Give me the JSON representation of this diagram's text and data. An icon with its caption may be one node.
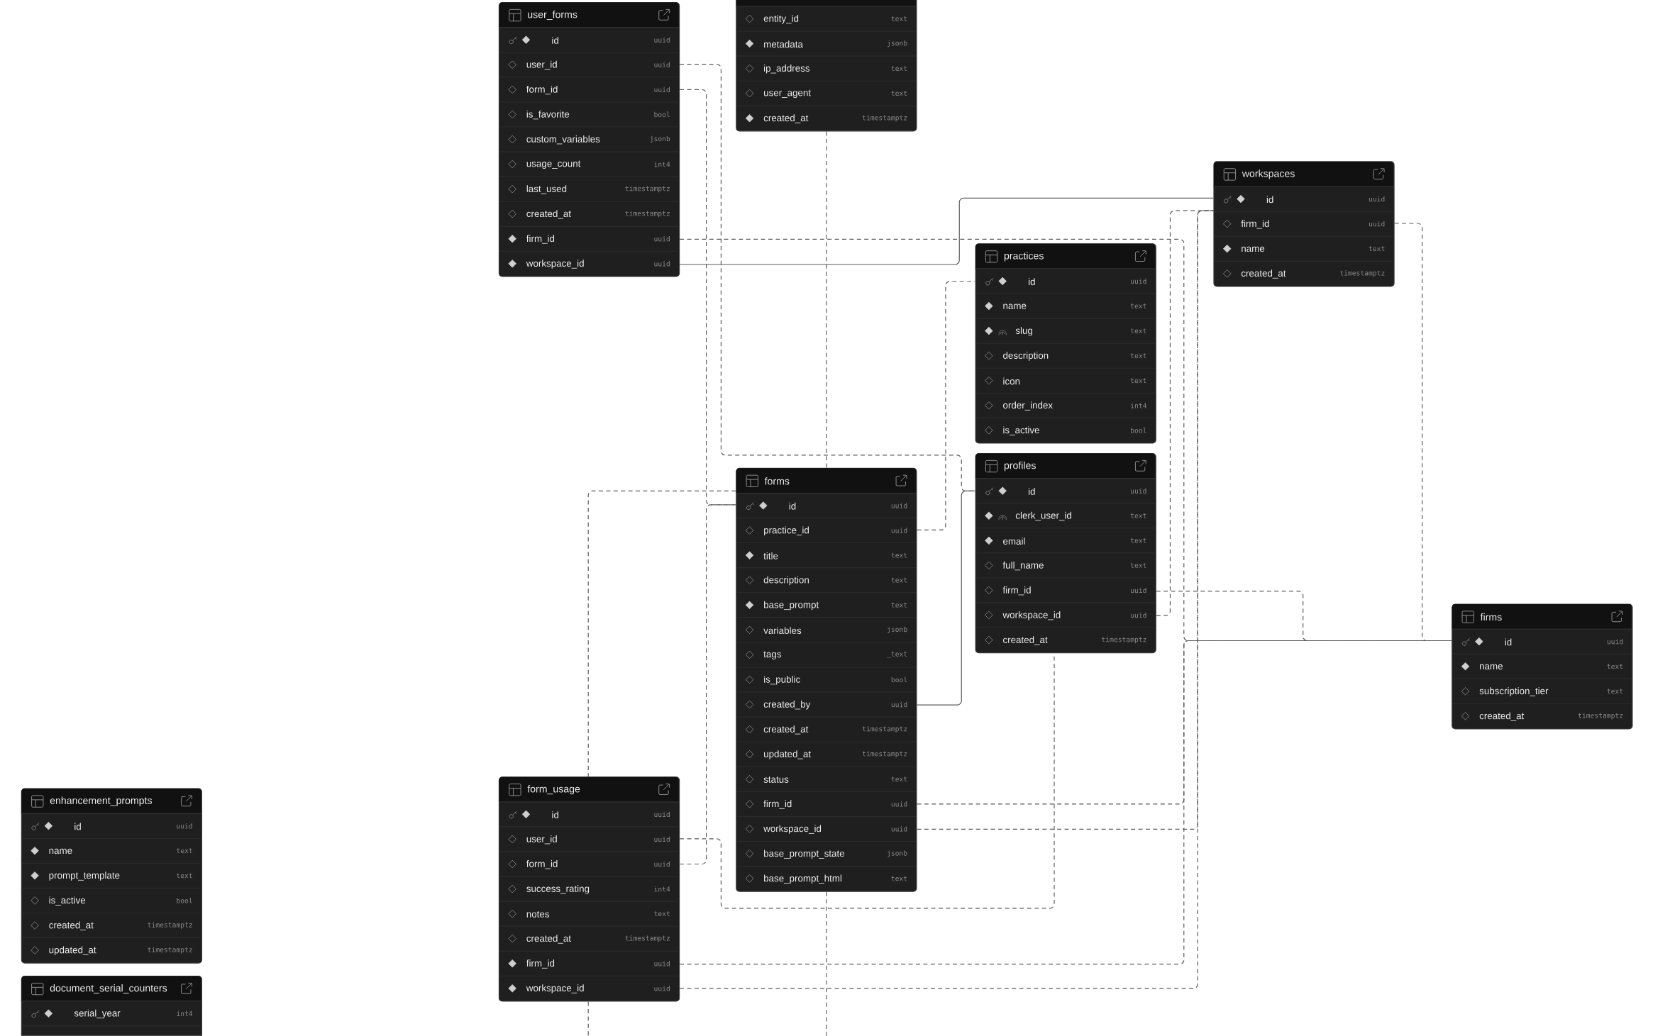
{
  "diagram": {
    "nodes": [
      {
        "text": [
          "user_forms",
          "id",
          "uuid",
          "user_id",
          "uuid",
          "form_id",
          "uuid",
          "is_favorite",
          "bool",
          "custom_variables",
          "jsonb",
          "usage_count",
          "int4",
          "last_used",
          "timestamptz",
          "created_at",
          "timestamptz",
          "firm_id",
          "uuid",
          "workspace_id",
          "uuid"
        ]
      },
      {
        "text": [
          "entity_id",
          "text",
          "metadata",
          "jsonb",
          "ip_address",
          "text",
          "user_agent",
          "text",
          "created_at",
          "timestamptz"
        ]
      },
      {
        "text": [
          "workspaces",
          "id",
          "uuid",
          "firm_id",
          "uuid",
          "name",
          "text",
          "created_at",
          "timestamptz"
        ]
      },
      {
        "text": [
          "practices",
          "id",
          "uuid",
          "name",
          "text",
          "slug",
          "text",
          "description",
          "text",
          "icon",
          "text",
          "order_index",
          "int4",
          "is_active",
          "bool"
        ]
      },
      {
        "text": [
          "profiles",
          "id",
          "uuid",
          "clerk_user_id",
          "text",
          "email",
          "text",
          "full_name",
          "text",
          "firm_id",
          "uuid",
          "workspace_id",
          "uuid",
          "created_at",
          "timestamptz"
        ]
      },
      {
        "text": [
          "forms",
          "id",
          "uuid",
          "practice_id",
          "uuid",
          "title",
          "text",
          "description",
          "text",
          "base_prompt",
          "text",
          "variables",
          "jsonb",
          "tags",
          "_text",
          "is_public",
          "bool",
          "created_by",
          "uuid",
          "created_at",
          "timestamptz",
          "updated_at",
          "timestamptz",
          "status",
          "text",
          "firm_id",
          "uuid",
          "workspace_id",
          "uuid",
          "base_prompt_state",
          "jsonb",
          "base_prompt_html",
          "text"
        ]
      },
      {
        "text": [
          "firms",
          "id",
          "uuid",
          "name",
          "text",
          "subscription_tier",
          "text",
          "created_at",
          "timestamptz"
        ]
      },
      {
        "text": [
          "form_usage",
          "id",
          "uuid",
          "user_id",
          "uuid",
          "form_id",
          "uuid",
          "success_rating",
          "int4",
          "notes",
          "text",
          "created_at",
          "timestamptz",
          "firm_id",
          "uuid",
          "workspace_id",
          "uuid"
        ]
      },
      {
        "text": [
          "enhancement_prompts",
          "id",
          "uuid",
          "name",
          "text",
          "prompt_template",
          "text",
          "is_active",
          "bool",
          "created_at",
          "timestamptz",
          "updated_at",
          "timestamptz"
        ]
      },
      {
        "text": [
          "document_serial_counters",
          "serial_year",
          "int4"
        ]
      }
    ],
    "edges": [
      {
        "from": 0,
        "to": 4,
        "arrow": "none",
        "style": "dashed"
      },
      {
        "from": 0,
        "to": 5,
        "arrow": "none",
        "style": "dashed"
      },
      {
        "from": 0,
        "to": 6,
        "arrow": "none",
        "style": "dashed"
      },
      {
        "from": 0,
        "to": 2,
        "arrow": "none"
      },
      {
        "from": 1,
        "to": 5,
        "arrow": "none",
        "style": "dashed"
      },
      {
        "from": 2,
        "to": 6,
        "arrow": "none",
        "style": "dashed"
      },
      {
        "from": 5,
        "to": 3,
        "arrow": "none",
        "style": "dashed"
      },
      {
        "from": 5,
        "to": 4,
        "arrow": "none"
      },
      {
        "from": 5,
        "to": 6,
        "arrow": "none",
        "style": "dashed"
      },
      {
        "from": 5,
        "to": 2,
        "arrow": "none",
        "style": "dashed"
      },
      {
        "from": 4,
        "to": 6,
        "arrow": "none",
        "style": "dashed"
      },
      {
        "from": 4,
        "to": 2,
        "arrow": "none",
        "style": "dashed"
      },
      {
        "from": 7,
        "to": 4,
        "arrow": "none",
        "style": "dashed"
      },
      {
        "from": 7,
        "to": 5,
        "arrow": "none",
        "style": "dashed"
      },
      {
        "from": 7,
        "to": 6,
        "arrow": "none",
        "style": "dashed"
      },
      {
        "from": 7,
        "to": 2,
        "arrow": "none",
        "style": "dashed"
      },
      {
        "from": 5,
        "to": 7,
        "arrow": "none",
        "style": "dashed"
      },
      {
        "from": 5,
        "to": null,
        "arrow": "none",
        "style": "dashed"
      },
      {
        "from": 7,
        "to": null,
        "arrow": "none",
        "style": "dashed"
      }
    ]
  }
}
